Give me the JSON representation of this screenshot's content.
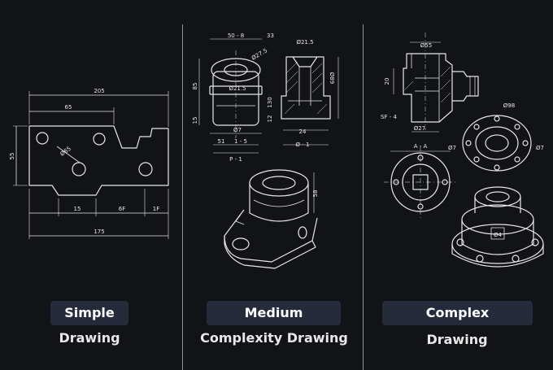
{
  "colors": {
    "background": "#121316",
    "line": "#e6e6e6",
    "label_bg": "#262b3b",
    "divider": "#8e9096"
  },
  "panels": [
    {
      "title": "Simple",
      "subtitle": "Drawing",
      "dims": {
        "top": "205",
        "mid": "65",
        "left": "55",
        "hole": "Ø65",
        "b1": "15",
        "b2": "6F",
        "b3": "1F",
        "bottom": "175"
      }
    },
    {
      "title": "Medium",
      "subtitle": "Complexity Drawing",
      "dims": {
        "top_a": "50 - 8",
        "top_b": "33",
        "top_c": "Ø27.5",
        "right_top": "Ø21.5",
        "face": "Ø21.5",
        "left_a": "85",
        "left_b": "15",
        "mid_a": "130",
        "mid_b": "12",
        "right_v": "Ø89",
        "bottom_a": "Ø7",
        "bottom_b": "51",
        "bottom_c": "1 - 5",
        "bottom_d": "24",
        "bottom_e": "Ø - 1",
        "section": "P - 1",
        "iso_dim": "58"
      }
    },
    {
      "title": "Complex",
      "subtitle": "Drawing",
      "dims": {
        "top_d": "Ø55",
        "left_v": "20",
        "sf": "SF - 4",
        "bottom_d": "Ø27",
        "right_d": "Ø98",
        "side_a": "Ø7",
        "side_b": "Ø7",
        "section": "A - A",
        "iso_label": "Ø4"
      }
    }
  ]
}
